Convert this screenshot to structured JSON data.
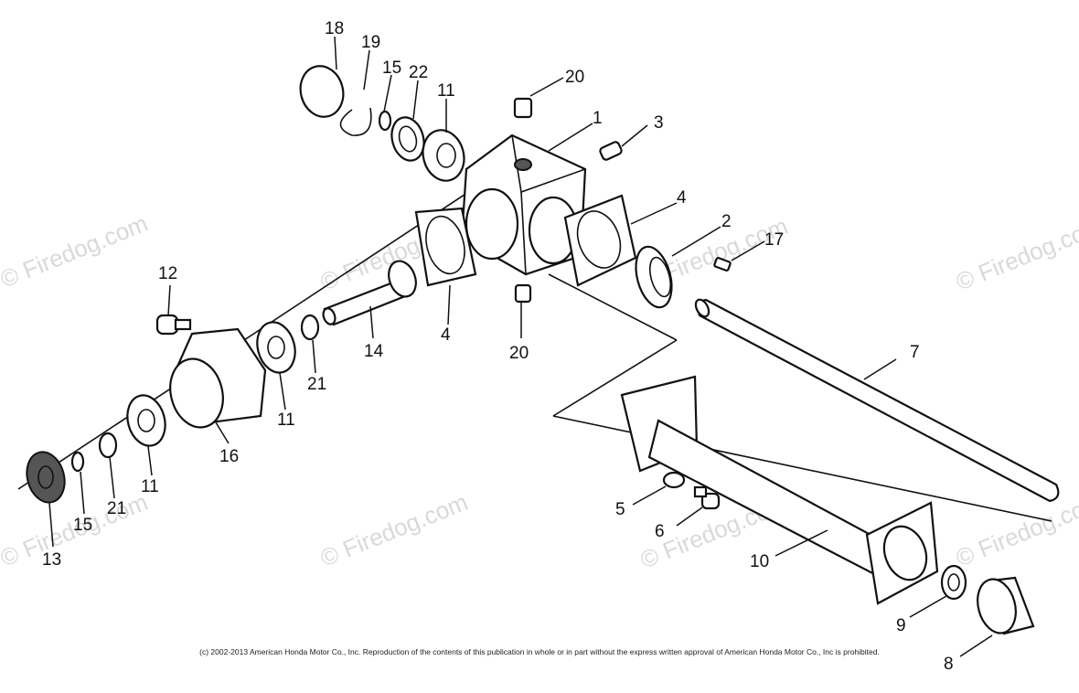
{
  "watermarks": [
    "© Firedog.com",
    "© Firedog.com",
    "© Firedog.com",
    "© Firedog.com",
    "© Firedog.com",
    "© Firedog.com",
    "© Firedog.com",
    "© Firedog.com"
  ],
  "labels": {
    "p1": "1",
    "p2": "2",
    "p3": "3",
    "p4a": "4",
    "p4b": "4",
    "p5": "5",
    "p6": "6",
    "p7": "7",
    "p8": "8",
    "p9": "9",
    "p10": "10",
    "p11a": "11",
    "p11b": "11",
    "p11c": "11",
    "p12": "12",
    "p13": "13",
    "p14": "14",
    "p15a": "15",
    "p15b": "15",
    "p16": "16",
    "p17": "17",
    "p18": "18",
    "p19": "19",
    "p20a": "20",
    "p20b": "20",
    "p21a": "21",
    "p21b": "21",
    "p22": "22"
  },
  "copyright": "(c) 2002-2013 American Honda Motor Co., Inc. Reproduction of the contents of this publication in whole or in part without the express written approval of American Honda Motor Co., Inc is prohibited."
}
